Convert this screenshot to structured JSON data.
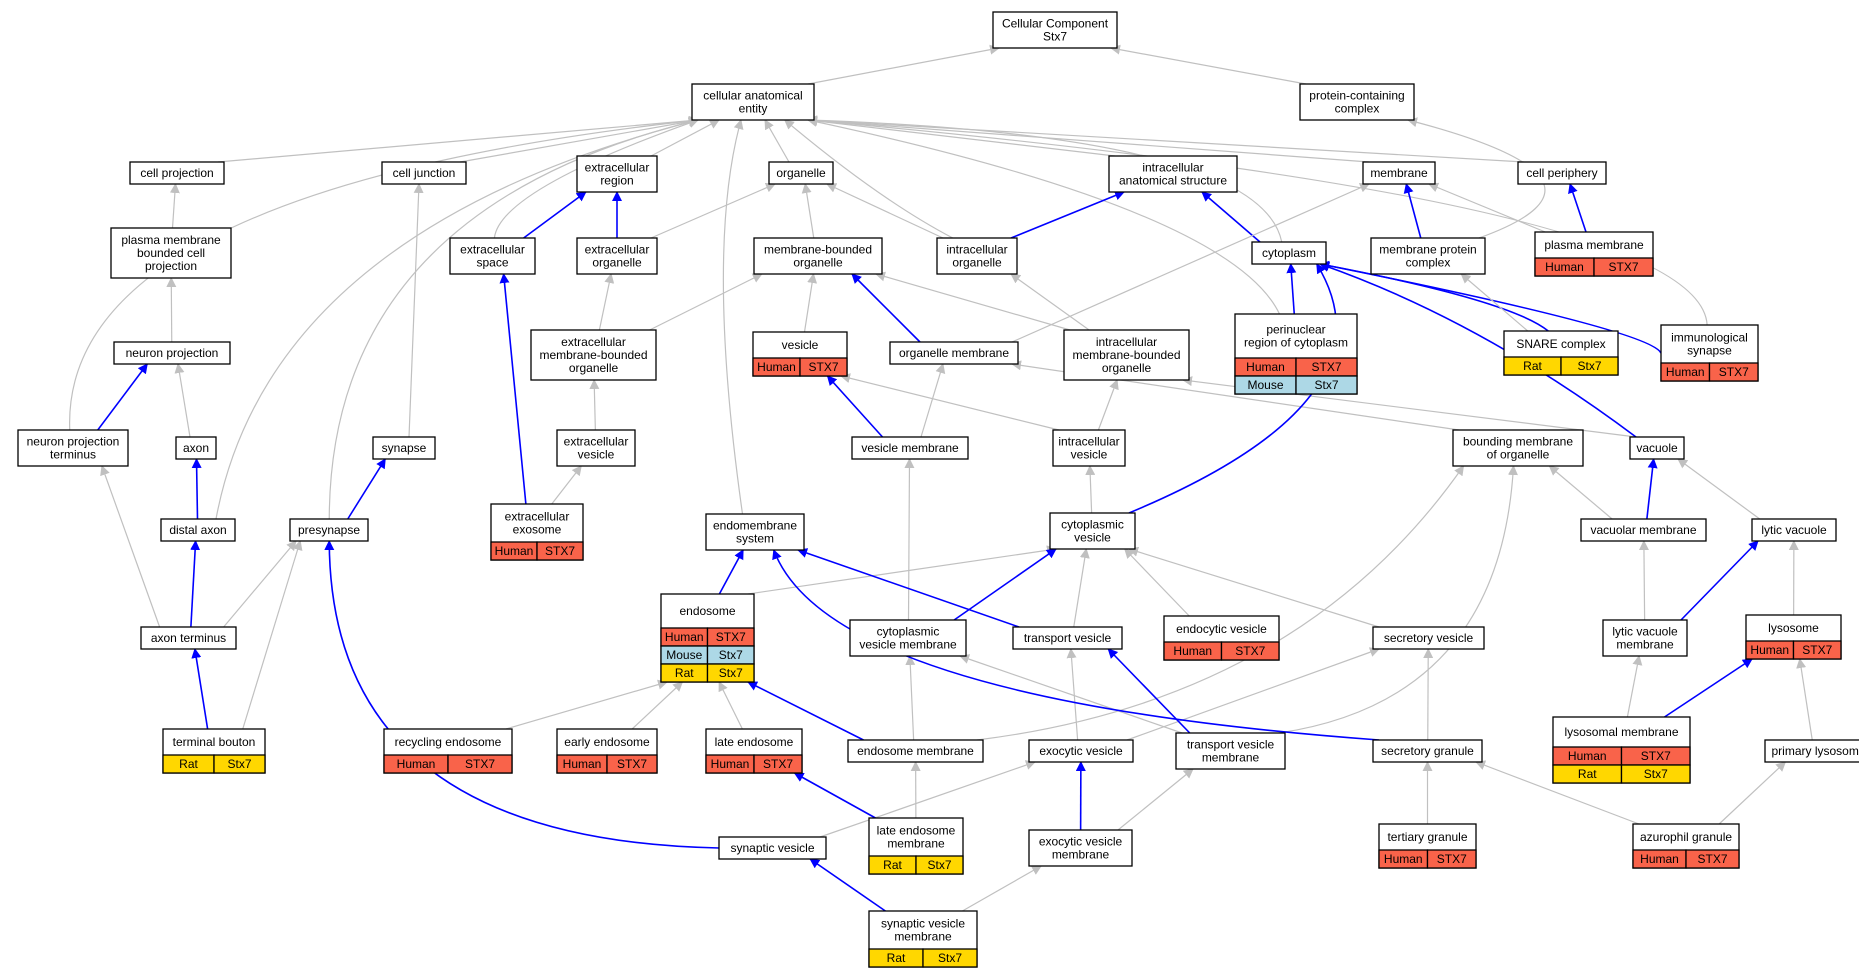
{
  "colors": {
    "gray_edge": "#c0c0c0",
    "blue_edge": "#0000ff",
    "human": "#f9634a",
    "mouse": "#add8e6",
    "rat": "#ffd700",
    "node_border": "#000000",
    "background": "#ffffff"
  },
  "nodes": {
    "root": {
      "lines": [
        "Cellular Component",
        "Stx7"
      ]
    },
    "cae": {
      "lines": [
        "cellular anatomical",
        "entity"
      ]
    },
    "pcc": {
      "lines": [
        "protein-containing",
        "complex"
      ]
    },
    "cellproj": {
      "lines": [
        "cell projection"
      ]
    },
    "celljunc": {
      "lines": [
        "cell junction"
      ]
    },
    "extreg": {
      "lines": [
        "extracellular",
        "region"
      ]
    },
    "organelle": {
      "lines": [
        "organelle"
      ]
    },
    "ias": {
      "lines": [
        "intracellular",
        "anatomical structure"
      ]
    },
    "membrane": {
      "lines": [
        "membrane"
      ]
    },
    "cellper": {
      "lines": [
        "cell periphery"
      ]
    },
    "pmbcp": {
      "lines": [
        "plasma membrane",
        "bounded cell",
        "projection"
      ]
    },
    "extspace": {
      "lines": [
        "extracellular",
        "space"
      ]
    },
    "extorg": {
      "lines": [
        "extracellular",
        "organelle"
      ]
    },
    "mbo": {
      "lines": [
        "membrane-bounded",
        "organelle"
      ]
    },
    "intorg": {
      "lines": [
        "intracellular",
        "organelle"
      ]
    },
    "cytoplasm": {
      "lines": [
        "cytoplasm"
      ]
    },
    "mpc": {
      "lines": [
        "membrane protein",
        "complex"
      ]
    },
    "pm": {
      "lines": [
        "plasma membrane"
      ],
      "rows": [
        [
          "Human",
          "STX7"
        ]
      ]
    },
    "neuronproj": {
      "lines": [
        "neuron projection"
      ]
    },
    "embo": {
      "lines": [
        "extracellular",
        "membrane-bounded",
        "organelle"
      ]
    },
    "vesicle": {
      "lines": [
        "vesicle"
      ],
      "rows": [
        [
          "Human",
          "STX7"
        ]
      ]
    },
    "orgmem": {
      "lines": [
        "organelle membrane"
      ]
    },
    "imbo": {
      "lines": [
        "intracellular",
        "membrane-bounded",
        "organelle"
      ]
    },
    "perinuc": {
      "lines": [
        "perinuclear",
        "region of cytoplasm"
      ],
      "rows": [
        [
          "Human",
          "STX7"
        ],
        [
          "Mouse",
          "Stx7"
        ]
      ]
    },
    "snare": {
      "lines": [
        "SNARE complex"
      ],
      "rows": [
        [
          "Rat",
          "Stx7"
        ]
      ]
    },
    "immsyn": {
      "lines": [
        "immunological",
        "synapse"
      ],
      "rows": [
        [
          "Human",
          "STX7"
        ]
      ]
    },
    "npt": {
      "lines": [
        "neuron projection",
        "terminus"
      ]
    },
    "axon": {
      "lines": [
        "axon"
      ]
    },
    "synapse": {
      "lines": [
        "synapse"
      ]
    },
    "extves": {
      "lines": [
        "extracellular",
        "vesicle"
      ]
    },
    "vesmem": {
      "lines": [
        "vesicle membrane"
      ]
    },
    "intves": {
      "lines": [
        "intracellular",
        "vesicle"
      ]
    },
    "bmo": {
      "lines": [
        "bounding membrane",
        "of organelle"
      ]
    },
    "vacuole": {
      "lines": [
        "vacuole"
      ]
    },
    "distaxon": {
      "lines": [
        "distal axon"
      ]
    },
    "presynapse": {
      "lines": [
        "presynapse"
      ]
    },
    "exo": {
      "lines": [
        "extracellular",
        "exosome"
      ],
      "rows": [
        [
          "Human",
          "STX7"
        ]
      ]
    },
    "endomem": {
      "lines": [
        "endomembrane",
        "system"
      ]
    },
    "cytoves": {
      "lines": [
        "cytoplasmic",
        "vesicle"
      ]
    },
    "vacmem": {
      "lines": [
        "vacuolar membrane"
      ]
    },
    "lytvac": {
      "lines": [
        "lytic vacuole"
      ]
    },
    "endosome": {
      "lines": [
        "endosome"
      ],
      "rows": [
        [
          "Human",
          "STX7"
        ],
        [
          "Mouse",
          "Stx7"
        ],
        [
          "Rat",
          "Stx7"
        ]
      ]
    },
    "axonterm": {
      "lines": [
        "axon terminus"
      ]
    },
    "cvm": {
      "lines": [
        "cytoplasmic",
        "vesicle membrane"
      ]
    },
    "transves": {
      "lines": [
        "transport vesicle"
      ]
    },
    "endoves": {
      "lines": [
        "endocytic vesicle"
      ],
      "rows": [
        [
          "Human",
          "STX7"
        ]
      ]
    },
    "secves": {
      "lines": [
        "secretory vesicle"
      ]
    },
    "lvm": {
      "lines": [
        "lytic vacuole",
        "membrane"
      ]
    },
    "lysosome": {
      "lines": [
        "lysosome"
      ],
      "rows": [
        [
          "Human",
          "STX7"
        ]
      ]
    },
    "termbouton": {
      "lines": [
        "terminal bouton"
      ],
      "rows": [
        [
          "Rat",
          "Stx7"
        ]
      ]
    },
    "recendo": {
      "lines": [
        "recycling endosome"
      ],
      "rows": [
        [
          "Human",
          "STX7"
        ]
      ]
    },
    "earlyendo": {
      "lines": [
        "early endosome"
      ],
      "rows": [
        [
          "Human",
          "STX7"
        ]
      ]
    },
    "lateendo": {
      "lines": [
        "late endosome"
      ],
      "rows": [
        [
          "Human",
          "STX7"
        ]
      ]
    },
    "endomemb": {
      "lines": [
        "endosome membrane"
      ]
    },
    "exocves": {
      "lines": [
        "exocytic vesicle"
      ]
    },
    "tvm": {
      "lines": [
        "transport vesicle",
        "membrane"
      ]
    },
    "secgran": {
      "lines": [
        "secretory granule"
      ]
    },
    "lysmem": {
      "lines": [
        "lysosomal membrane"
      ],
      "rows": [
        [
          "Human",
          "STX7"
        ],
        [
          "Rat",
          "Stx7"
        ]
      ]
    },
    "primlys": {
      "lines": [
        "primary lysosome"
      ]
    },
    "synves": {
      "lines": [
        "synaptic vesicle"
      ]
    },
    "lem": {
      "lines": [
        "late endosome",
        "membrane"
      ],
      "rows": [
        [
          "Rat",
          "Stx7"
        ]
      ]
    },
    "evm": {
      "lines": [
        "exocytic vesicle",
        "membrane"
      ]
    },
    "tertgran": {
      "lines": [
        "tertiary granule"
      ],
      "rows": [
        [
          "Human",
          "STX7"
        ]
      ]
    },
    "azugran": {
      "lines": [
        "azurophil granule"
      ],
      "rows": [
        [
          "Human",
          "STX7"
        ]
      ]
    },
    "svm": {
      "lines": [
        "synaptic vesicle",
        "membrane"
      ],
      "rows": [
        [
          "Rat",
          "Stx7"
        ]
      ]
    }
  }
}
